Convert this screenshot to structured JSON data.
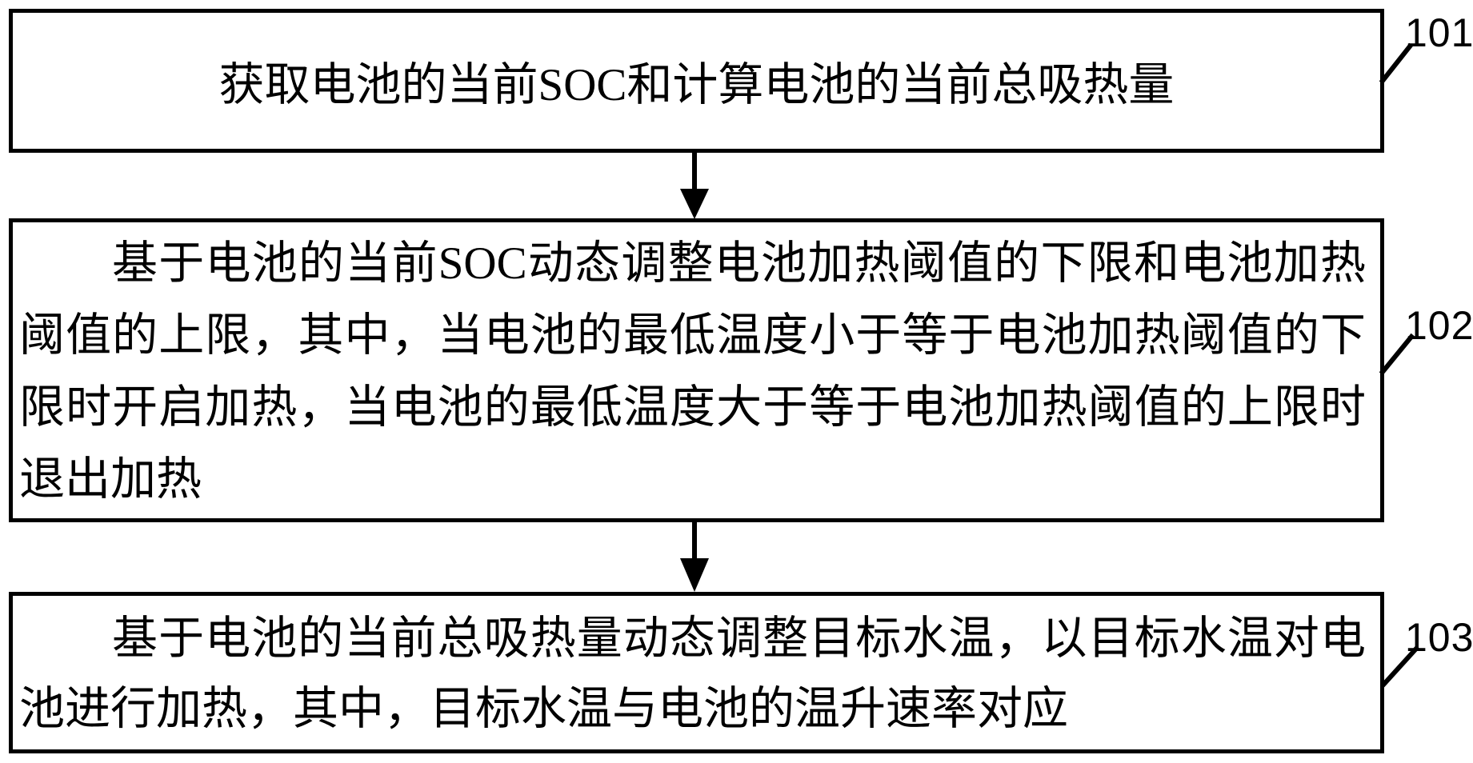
{
  "figure": {
    "background_color": "#ffffff",
    "ink_color": "#000000",
    "steps": [
      {
        "number": "101",
        "text": "获取电池的当前SOC和计算电池的当前总吸热量"
      },
      {
        "number": "102",
        "text": "基于电池的当前SOC动态调整电池加热阈值的下限和电池加热阈值的上限，其中，当电池的最低温度小于等于电池加热阈值的下限时开启加热，当电池的最低温度大于等于电池加热阈值的上限时退出加热"
      },
      {
        "number": "103",
        "text": "基于电池的当前总吸热量动态调整目标水温，以目标水温对电池进行加热，其中，目标水温与电池的温升速率对应"
      }
    ],
    "connectors": [
      {
        "from": "101",
        "to": "102",
        "type": "arrow-down"
      },
      {
        "from": "102",
        "to": "103",
        "type": "arrow-down"
      }
    ]
  }
}
